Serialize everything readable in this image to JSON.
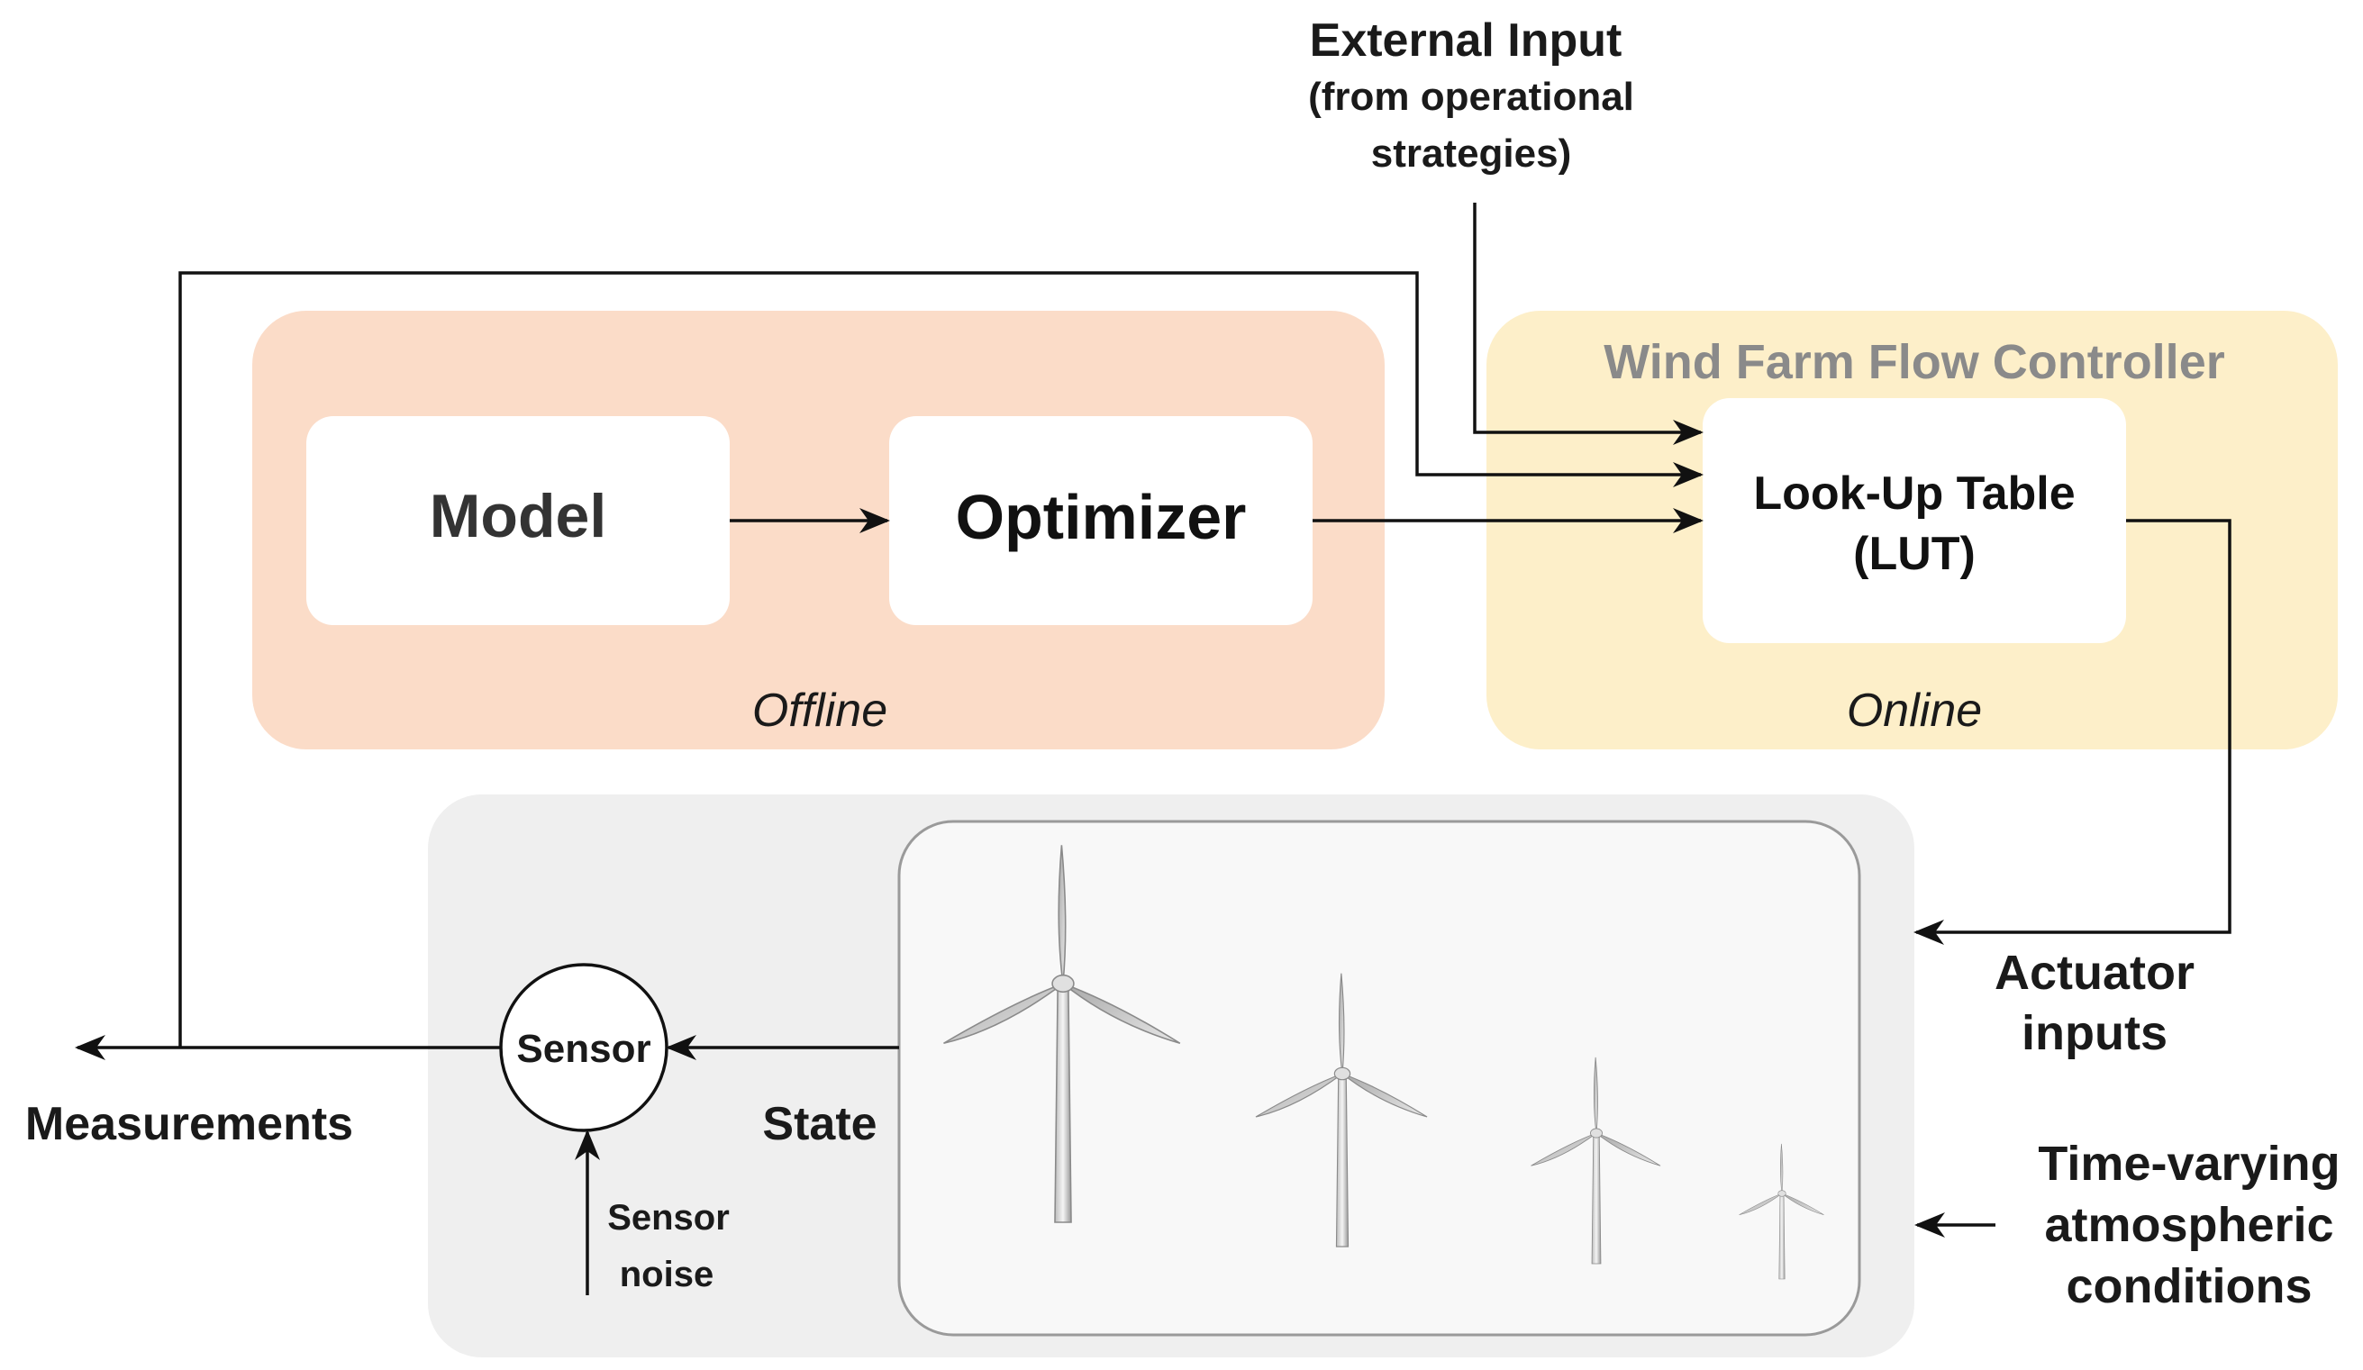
{
  "colors": {
    "offline_panel": "#fbdcc8",
    "online_panel": "#fdefc9",
    "plant_panel": "#efefef",
    "controller_title": "#8a8a8a",
    "box": "#ffffff",
    "line": "#111111"
  },
  "external_input": {
    "line1": "External Input",
    "line2": "(from operational",
    "line3": "strategies)"
  },
  "offline": {
    "label": "Offline",
    "model": "Model",
    "optimizer": "Optimizer"
  },
  "online": {
    "title": "Wind Farm Flow Controller",
    "label": "Online",
    "lut_line1": "Look-Up Table",
    "lut_line2": "(LUT)"
  },
  "plant": {
    "sensor": "Sensor",
    "sensor_noise_line1": "Sensor",
    "sensor_noise_line2": "noise",
    "state": "State",
    "measurements": "Measurements",
    "actuator_line1": "Actuator",
    "actuator_line2": "inputs",
    "atmos_line1": "Time-varying",
    "atmos_line2": "atmospheric",
    "atmos_line3": "conditions",
    "turbine_icon": "wind-turbine-icon"
  }
}
